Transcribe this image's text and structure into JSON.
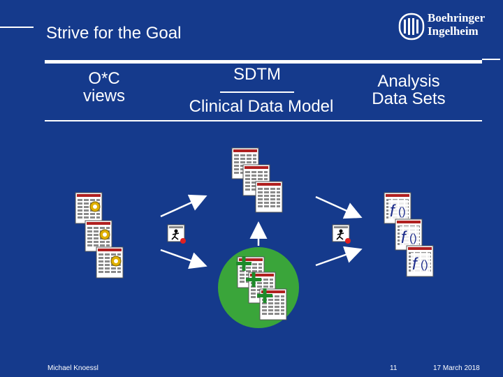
{
  "slide": {
    "title": "Strive for the Goal",
    "logo": {
      "line1": "Boehringer",
      "line2": "Ingelheim"
    },
    "headers": {
      "ocviews_line1": "O*C",
      "ocviews_line2": "views",
      "sdtm": "SDTM",
      "sdtm_sub": "Clinical Data Model",
      "analysis_line1": "Analysis",
      "analysis_line2": "Data Sets"
    },
    "footer": {
      "author": "Michael Knoessl",
      "page": "11",
      "date": "17 March 2018"
    },
    "colors": {
      "background": "#153a8c",
      "accent_green": "#3aa53a",
      "plus_green": "#1e8a2a",
      "dot_red": "#e02020"
    },
    "icons": [
      "gear-table-icon",
      "runner-macro-icon",
      "table-icon",
      "plus-icon",
      "function-table-icon",
      "arrow-icon"
    ]
  }
}
